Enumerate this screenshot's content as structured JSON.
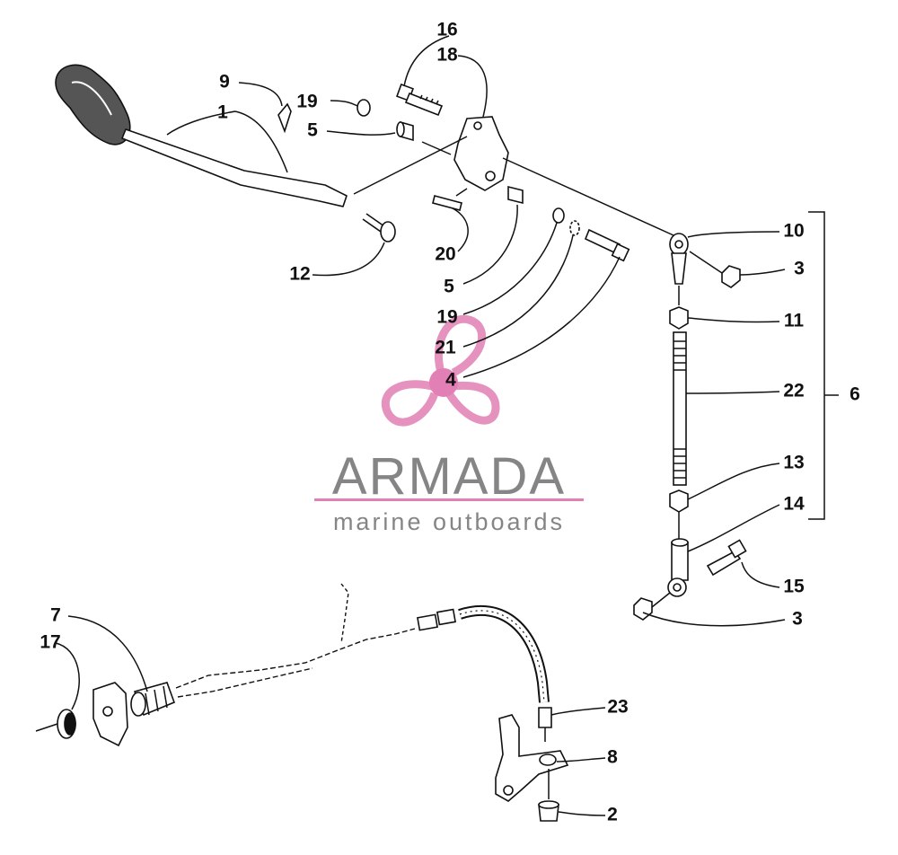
{
  "watermark": {
    "brand": "ARMADA",
    "tagline": "marine outboards",
    "text_color": "#858585",
    "accent_color": "#e27fb4"
  },
  "callouts": {
    "c1": "1",
    "c2": "2",
    "c3a": "3",
    "c3b": "3",
    "c4": "4",
    "c5a": "5",
    "c5b": "5",
    "c6": "6",
    "c7": "7",
    "c8": "8",
    "c9": "9",
    "c10": "10",
    "c11": "11",
    "c12": "12",
    "c13": "13",
    "c14": "14",
    "c15": "15",
    "c16": "16",
    "c17": "17",
    "c18": "18",
    "c19a": "19",
    "c19b": "19",
    "c20": "20",
    "c21": "21",
    "c22": "22",
    "c23": "23"
  }
}
